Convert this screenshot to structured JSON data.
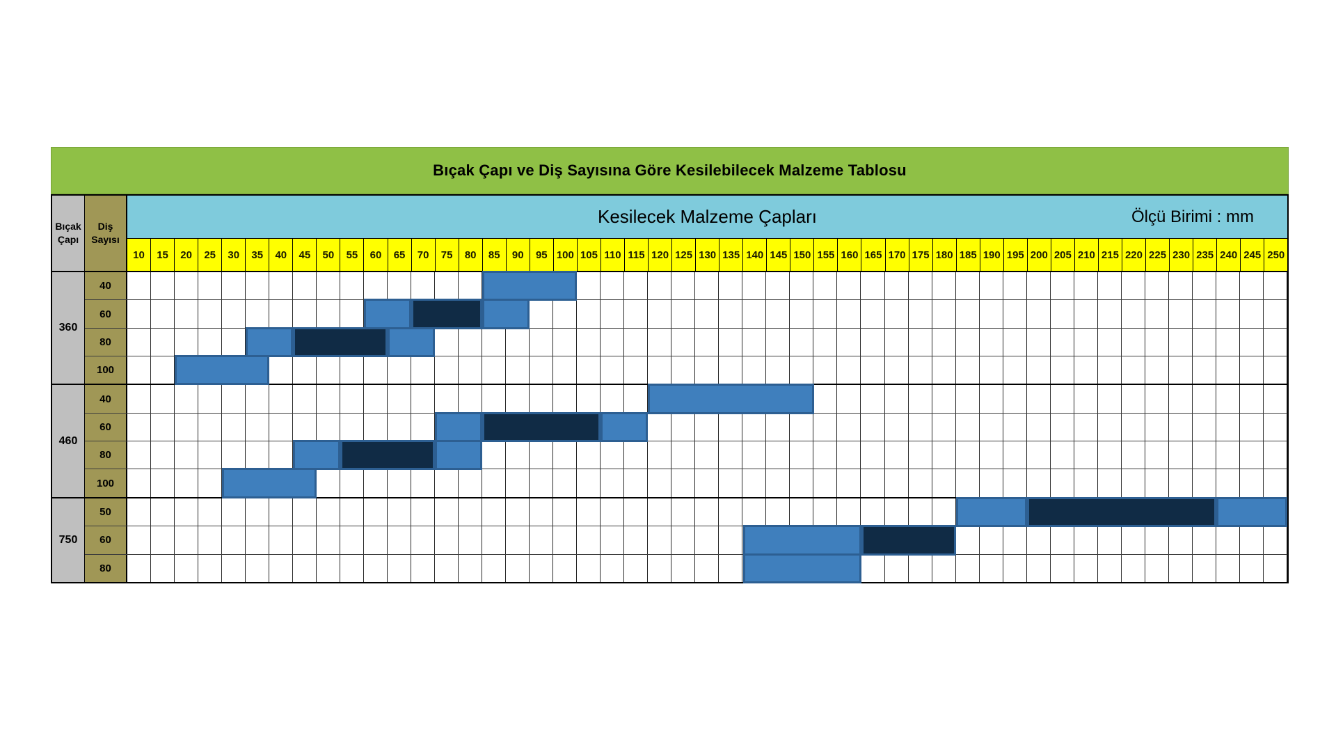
{
  "colors": {
    "title_green": "#8FC046",
    "band_blue": "#7FCBDC",
    "tick_yellow": "#FFFF00",
    "col_gray": "#BFBFBF",
    "col_olive": "#A09756",
    "bar_light": "#3F7FBD",
    "bar_dark": "#102B45",
    "bar_border": "#2D5F92",
    "grid_line": "#262626"
  },
  "header": {
    "blade_col": {
      "line1": "Bıçak",
      "line2": "Çapı"
    },
    "teeth_col": {
      "line1": "Diş",
      "line2": "Sayısı"
    }
  },
  "chart_data": {
    "type": "table",
    "title": "Bıçak Çapı ve Diş Sayısına Göre Kesilebilecek Malzeme Tablosu",
    "x_label": "Kesilecek Malzeme Çapları",
    "unit": "mm",
    "unit_label": "Ölçü Birimi :  mm",
    "row_header_1": "Bıçak Çapı",
    "row_header_2": "Diş Sayısı",
    "x_range": [
      10,
      250
    ],
    "x_step": 5,
    "x_ticks": [
      10,
      15,
      20,
      25,
      30,
      35,
      40,
      45,
      50,
      55,
      60,
      65,
      70,
      75,
      80,
      85,
      90,
      95,
      100,
      105,
      110,
      115,
      120,
      125,
      130,
      135,
      140,
      145,
      150,
      155,
      160,
      165,
      170,
      175,
      180,
      185,
      190,
      195,
      200,
      205,
      210,
      215,
      220,
      225,
      230,
      235,
      240,
      245,
      250
    ],
    "grid": true,
    "groups": [
      {
        "blade": "360",
        "rows": [
          {
            "teeth": "40",
            "segments": [
              {
                "from": 85,
                "to": 100,
                "shade": "light"
              }
            ]
          },
          {
            "teeth": "60",
            "segments": [
              {
                "from": 60,
                "to": 65,
                "shade": "light"
              },
              {
                "from": 70,
                "to": 80,
                "shade": "dark"
              },
              {
                "from": 85,
                "to": 90,
                "shade": "light"
              }
            ]
          },
          {
            "teeth": "80",
            "segments": [
              {
                "from": 35,
                "to": 40,
                "shade": "light"
              },
              {
                "from": 45,
                "to": 60,
                "shade": "dark"
              },
              {
                "from": 65,
                "to": 70,
                "shade": "light"
              }
            ]
          },
          {
            "teeth": "100",
            "segments": [
              {
                "from": 20,
                "to": 35,
                "shade": "light"
              }
            ]
          }
        ]
      },
      {
        "blade": "460",
        "rows": [
          {
            "teeth": "40",
            "segments": [
              {
                "from": 120,
                "to": 150,
                "shade": "light"
              }
            ]
          },
          {
            "teeth": "60",
            "segments": [
              {
                "from": 75,
                "to": 80,
                "shade": "light"
              },
              {
                "from": 85,
                "to": 105,
                "shade": "dark"
              },
              {
                "from": 110,
                "to": 115,
                "shade": "light"
              }
            ]
          },
          {
            "teeth": "80",
            "segments": [
              {
                "from": 45,
                "to": 50,
                "shade": "light"
              },
              {
                "from": 55,
                "to": 70,
                "shade": "dark"
              },
              {
                "from": 75,
                "to": 80,
                "shade": "light"
              }
            ]
          },
          {
            "teeth": "100",
            "segments": [
              {
                "from": 30,
                "to": 45,
                "shade": "light"
              }
            ]
          }
        ]
      },
      {
        "blade": "750",
        "rows": [
          {
            "teeth": "50",
            "segments": [
              {
                "from": 185,
                "to": 195,
                "shade": "light"
              },
              {
                "from": 200,
                "to": 235,
                "shade": "dark"
              },
              {
                "from": 240,
                "to": 250,
                "shade": "light"
              }
            ]
          },
          {
            "teeth": "60",
            "segments": [
              {
                "from": 140,
                "to": 160,
                "shade": "light"
              },
              {
                "from": 165,
                "to": 180,
                "shade": "dark"
              }
            ]
          },
          {
            "teeth": "80",
            "segments": [
              {
                "from": 140,
                "to": 160,
                "shade": "light"
              }
            ]
          }
        ]
      }
    ]
  }
}
